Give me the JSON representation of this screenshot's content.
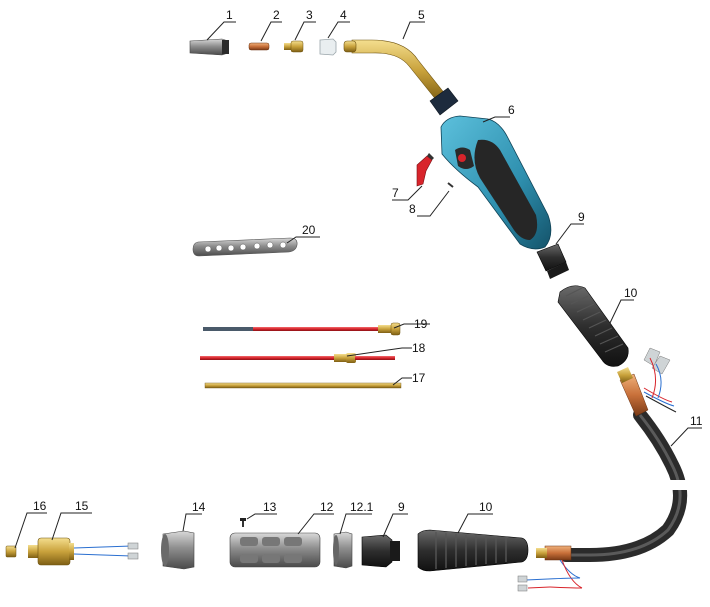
{
  "diagram": {
    "type": "exploded parts diagram",
    "labels": {
      "p1": "1",
      "p2": "2",
      "p3": "3",
      "p4": "4",
      "p5": "5",
      "p6": "6",
      "p7": "7",
      "p8": "8",
      "p9a": "9",
      "p10a": "10",
      "p11": "11",
      "p12": "12",
      "p12_1": "12.1",
      "p13": "13",
      "p14": "14",
      "p15": "15",
      "p16": "16",
      "p17": "17",
      "p18": "18",
      "p19": "19",
      "p20": "20",
      "p9b": "9",
      "p10b": "10"
    },
    "parts": [
      {
        "id": "1",
        "name": "gas-nozzle"
      },
      {
        "id": "2",
        "name": "contact-tip"
      },
      {
        "id": "3",
        "name": "tip-holder"
      },
      {
        "id": "4",
        "name": "insulator"
      },
      {
        "id": "5",
        "name": "swan-neck"
      },
      {
        "id": "6",
        "name": "handle"
      },
      {
        "id": "7",
        "name": "trigger"
      },
      {
        "id": "8",
        "name": "pin"
      },
      {
        "id": "9",
        "name": "ball-joint"
      },
      {
        "id": "10",
        "name": "cable-support-spring"
      },
      {
        "id": "11",
        "name": "cable-assembly"
      },
      {
        "id": "12",
        "name": "connector-grip"
      },
      {
        "id": "12.1",
        "name": "grip-ring"
      },
      {
        "id": "13",
        "name": "screw"
      },
      {
        "id": "14",
        "name": "end-cap"
      },
      {
        "id": "15",
        "name": "central-connector"
      },
      {
        "id": "16",
        "name": "nut"
      },
      {
        "id": "17",
        "name": "brass-liner"
      },
      {
        "id": "18",
        "name": "red-liner"
      },
      {
        "id": "19",
        "name": "red-liner-with-fitting"
      },
      {
        "id": "20",
        "name": "key-plate"
      }
    ],
    "colors": {
      "brass": "#c9a23c",
      "copper": "#c8703a",
      "handle_blue": "#2e8fae",
      "rubber_black": "#2b2b2b",
      "liner_red": "#d8242b",
      "steel": "#8a8a8a"
    }
  }
}
